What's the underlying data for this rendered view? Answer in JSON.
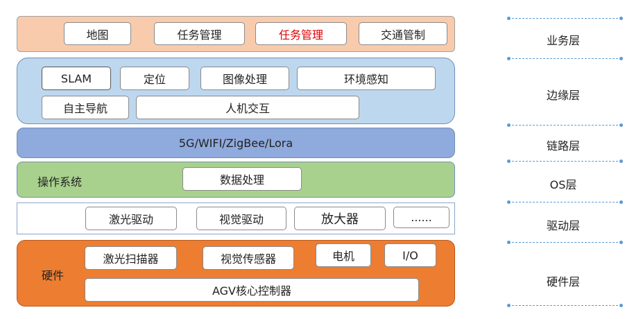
{
  "colors": {
    "business_bg": "#f8cbad",
    "edge_bg": "#bdd7ee",
    "link_bg": "#8faadc",
    "os_bg": "#a9d18e",
    "driver_bg": "#ffffff",
    "hardware_bg": "#ed7d31",
    "highlight_text": "#e00000",
    "separator": "#5b9bd5"
  },
  "business": {
    "items": [
      "地图",
      "任务管理",
      "任务管理",
      "交通管制"
    ]
  },
  "edge": {
    "items": [
      "SLAM",
      "定位",
      "图像处理",
      "环境感知",
      "自主导航",
      "人机交互"
    ]
  },
  "link": {
    "label": "5G/WIFI/ZigBee/Lora"
  },
  "os": {
    "label": "操作系统",
    "items": [
      "数据处理"
    ]
  },
  "driver": {
    "items": [
      "激光驱动",
      "视觉驱动",
      "放大器",
      "......"
    ]
  },
  "hardware": {
    "label": "硬件",
    "items": [
      "激光扫描器",
      "视觉传感器",
      "电机",
      "I/O",
      "AGV核心控制器"
    ]
  },
  "layer_names": [
    "业务层",
    "边缘层",
    "链路层",
    "OS层",
    "驱动层",
    "硬件层"
  ]
}
